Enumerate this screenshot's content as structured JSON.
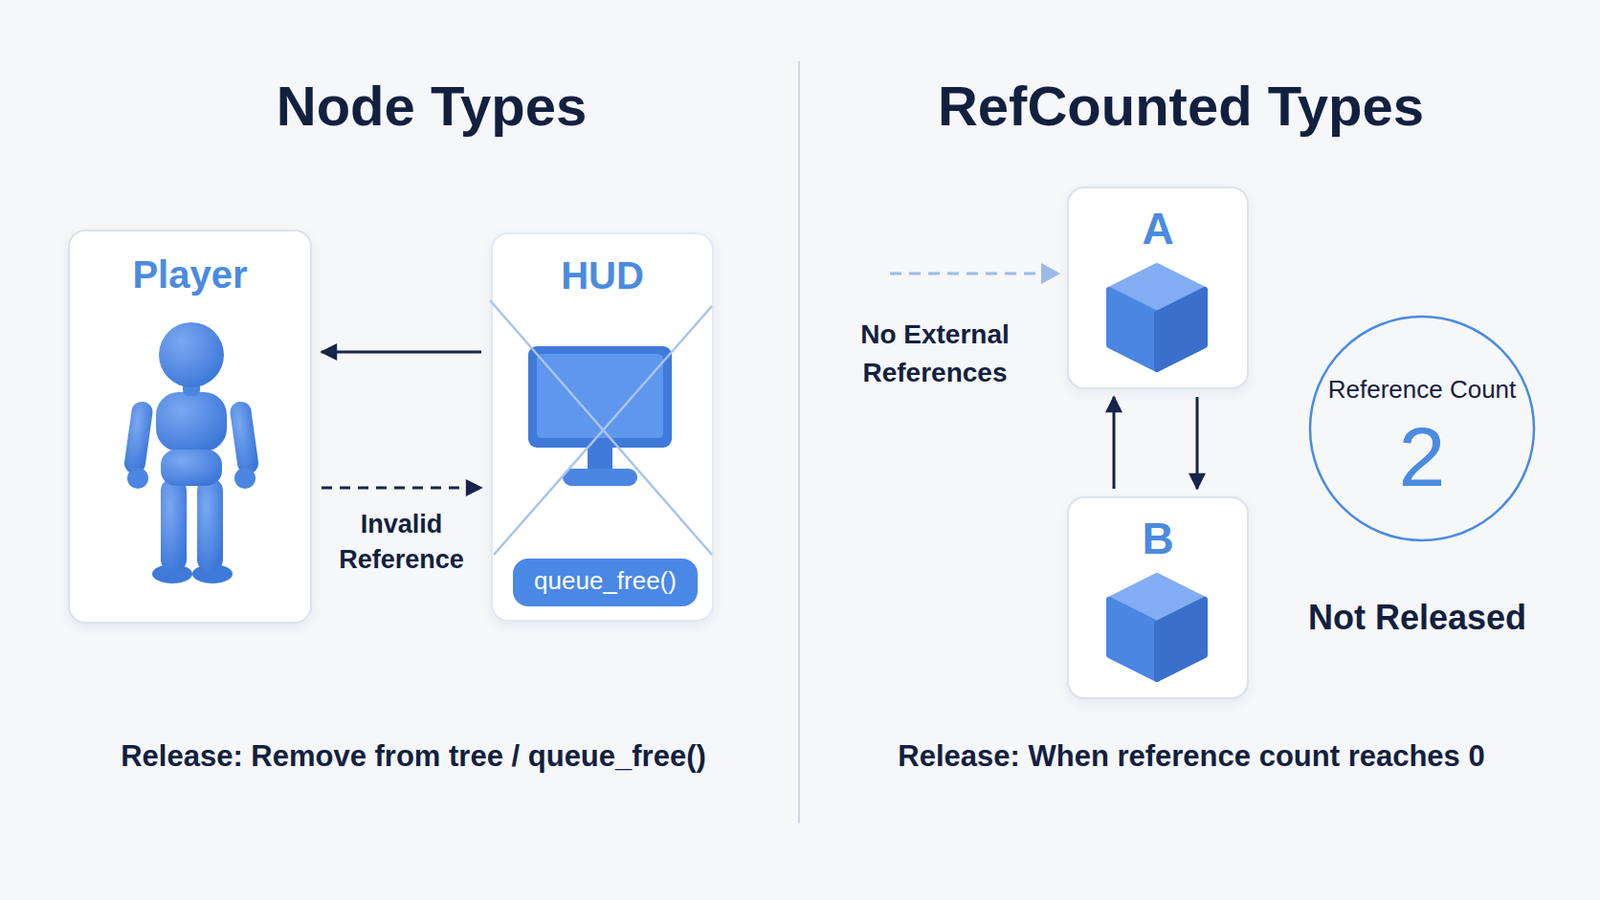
{
  "diagram": {
    "nodes": [
      {
        "text": [
          "Player"
        ]
      },
      {
        "text": [
          "HUD"
        ]
      },
      {
        "text": [
          "queue_free()"
        ],
        "in": 1
      },
      {
        "text": [
          "A"
        ]
      },
      {
        "text": [
          "B"
        ]
      },
      {
        "text": [
          "Reference Count",
          "2"
        ]
      }
    ],
    "edges": [
      {
        "from": 1,
        "to": 0,
        "arrow": "to"
      },
      {
        "from": 0,
        "to": 1,
        "label": "Invalid Reference",
        "arrow": "to"
      },
      {
        "from": 4,
        "to": 3,
        "arrow": "to"
      },
      {
        "from": 3,
        "to": 4,
        "arrow": "to"
      }
    ],
    "labels": [
      "Node Types",
      "RefCounted Types",
      "No External References",
      "Not Released",
      "Release: Remove from tree / queue_free()",
      "Release: When reference count reaches 0"
    ]
  }
}
